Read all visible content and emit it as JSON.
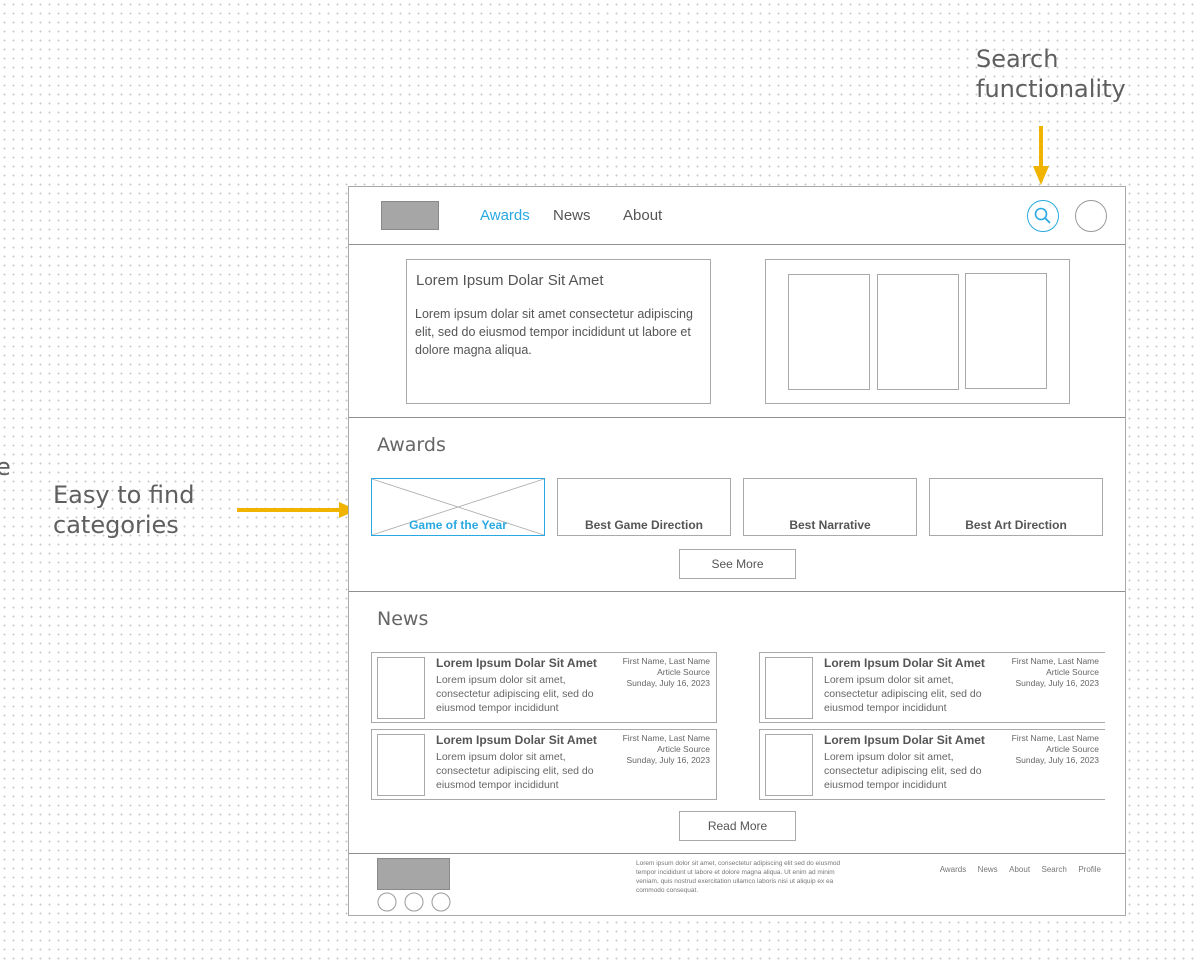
{
  "annotations": {
    "search": [
      "Search",
      "functionality"
    ],
    "categories": [
      "Easy to find",
      "categories"
    ],
    "edge_glyph": "e"
  },
  "colors": {
    "accent": "#29a9e1",
    "arrow": "#f0b400",
    "placeholder": "#a6a6a6"
  },
  "header": {
    "nav": [
      {
        "label": "Awards",
        "active": true
      },
      {
        "label": "News",
        "active": false
      },
      {
        "label": "About",
        "active": false
      }
    ],
    "search_icon": "search-icon",
    "profile_icon": "profile-circle-icon"
  },
  "hero": {
    "title": "Lorem Ipsum Dolar Sit Amet",
    "body": "Lorem ipsum dolar sit amet consectetur adipiscing elit, sed do eiusmod tempor incididunt ut labore et dolore magna aliqua."
  },
  "awards": {
    "title": "Awards",
    "categories": [
      {
        "label": "Game of the Year",
        "active": true
      },
      {
        "label": "Best Game Direction",
        "active": false
      },
      {
        "label": "Best Narrative",
        "active": false
      },
      {
        "label": "Best Art Direction",
        "active": false
      }
    ],
    "see_more": "See More"
  },
  "news": {
    "title": "News",
    "articles": [
      {
        "title": "Lorem Ipsum Dolar Sit Amet",
        "body": "Lorem ipsum dolor sit amet, consectetur adipiscing elit, sed do eiusmod tempor incididunt",
        "author": "First Name, Last Name",
        "source": "Article Source",
        "date": "Sunday, July 16, 2023"
      },
      {
        "title": "Lorem Ipsum Dolar Sit Amet",
        "body": "Lorem ipsum dolor sit amet, consectetur adipiscing elit, sed do eiusmod tempor incididunt",
        "author": "First Name, Last Name",
        "source": "Article Source",
        "date": "Sunday, July 16, 2023"
      },
      {
        "title": "Lorem Ipsum Dolar Sit Amet",
        "body": "Lorem ipsum dolor sit amet, consectetur adipiscing elit, sed do eiusmod tempor incididunt",
        "author": "First Name, Last Name",
        "source": "Article Source",
        "date": "Sunday, July 16, 2023"
      },
      {
        "title": "Lorem Ipsum Dolar Sit Amet",
        "body": "Lorem ipsum dolor sit amet, consectetur adipiscing elit, sed do eiusmod tempor incididunt",
        "author": "First Name, Last Name",
        "source": "Article Source",
        "date": "Sunday, July 16, 2023"
      }
    ],
    "read_more": "Read More"
  },
  "footer": {
    "text": "Lorem ipsum dolor sit amet, consectetur adipiscing elit sed do eiusmod tempor incididunt ut labore et dolore magna aliqua. Ut enim ad minim veniam, quis nostrud exercitation ullamco laboris nisi ut aliquip ex ea commodo consequat.",
    "links": [
      "Awards",
      "News",
      "About",
      "Search",
      "Profile"
    ],
    "social_icons": [
      "social-circle-icon",
      "social-circle-icon",
      "social-circle-icon"
    ]
  }
}
